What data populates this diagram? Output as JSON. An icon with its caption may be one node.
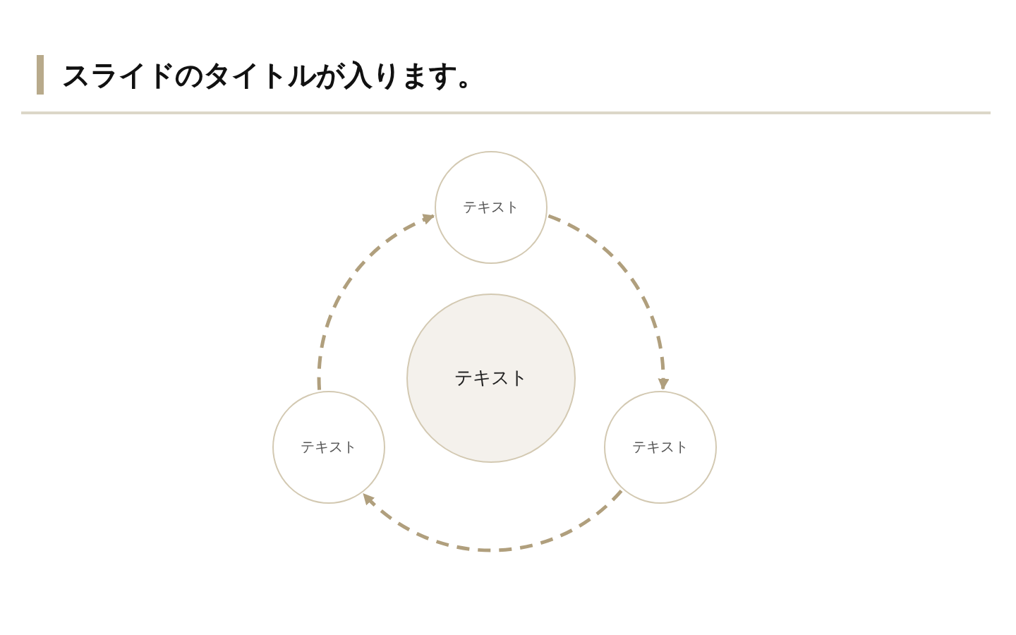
{
  "diagram": {
    "title": "スライドのタイトルが入ります。",
    "nodes": [
      {
        "text": [
          "テキスト"
        ]
      },
      {
        "text": [
          "テキスト"
        ]
      },
      {
        "text": [
          "テキスト"
        ]
      },
      {
        "text": [
          "テキスト"
        ]
      }
    ],
    "edges": [
      {
        "from": 1,
        "to": 2,
        "arrow": "to",
        "style": "dashed"
      },
      {
        "from": 2,
        "to": 3,
        "arrow": "to",
        "style": "dashed"
      },
      {
        "from": 3,
        "to": 1,
        "arrow": "to",
        "style": "dashed"
      }
    ]
  }
}
